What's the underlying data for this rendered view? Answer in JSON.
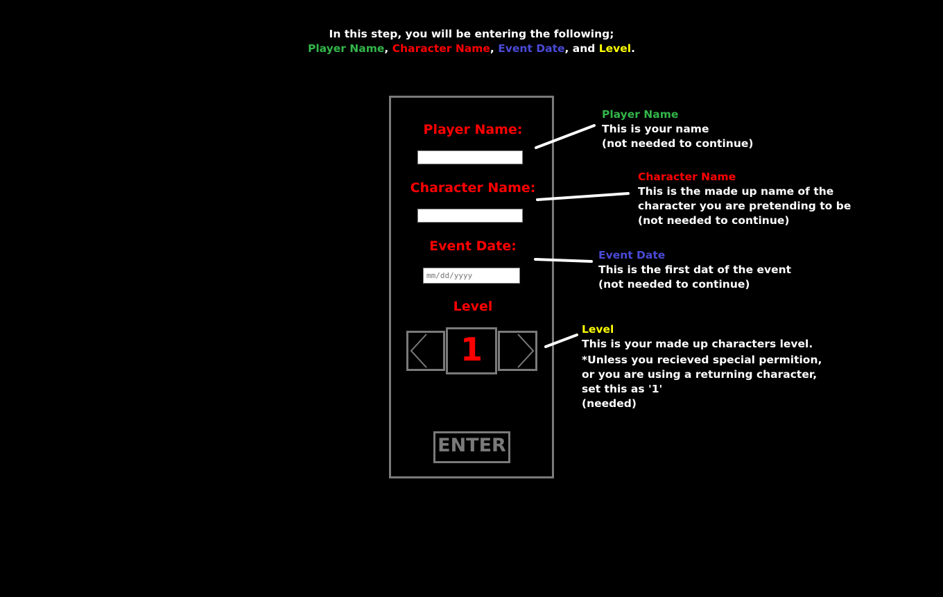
{
  "intro": {
    "line1": "In this step, you will be entering the following;",
    "player": "Player Name",
    "sep1": ", ",
    "character": "Character Name",
    "sep2": ", ",
    "event": "Event Date",
    "sep3": ", and ",
    "level": "Level",
    "end": "."
  },
  "form": {
    "player_label": "Player Name:",
    "player_value": "",
    "character_label": "Character Name:",
    "character_value": "",
    "date_label": "Event Date:",
    "date_placeholder": "mm/dd/yyyy",
    "level_label": "Level",
    "level_value": "1",
    "enter_label": "ENTER"
  },
  "notes": {
    "player": {
      "title": "Player Name",
      "lines": [
        "This is your name",
        "(not needed to continue)"
      ]
    },
    "character": {
      "title": "Character Name",
      "lines": [
        "This is the made up name of the",
        "character you are pretending to be",
        "(not needed to continue)"
      ]
    },
    "event": {
      "title": "Event Date",
      "lines": [
        "This is the first dat of the event",
        "(not needed to continue)"
      ]
    },
    "level": {
      "title": "Level",
      "lines": [
        "This is your made up characters level.",
        "*Unless you recieved special permition,",
        "or you are using a returning character,",
        "set this as '1'",
        "(needed)"
      ]
    }
  },
  "colors": {
    "background": "#000000",
    "player": "#33b54a",
    "character": "#ff0000",
    "event": "#4a4ad8",
    "level": "#ffff00",
    "panel_border": "#7a7a7a"
  },
  "icons": {
    "decrement": "chevron-left-icon",
    "increment": "chevron-right-icon"
  }
}
